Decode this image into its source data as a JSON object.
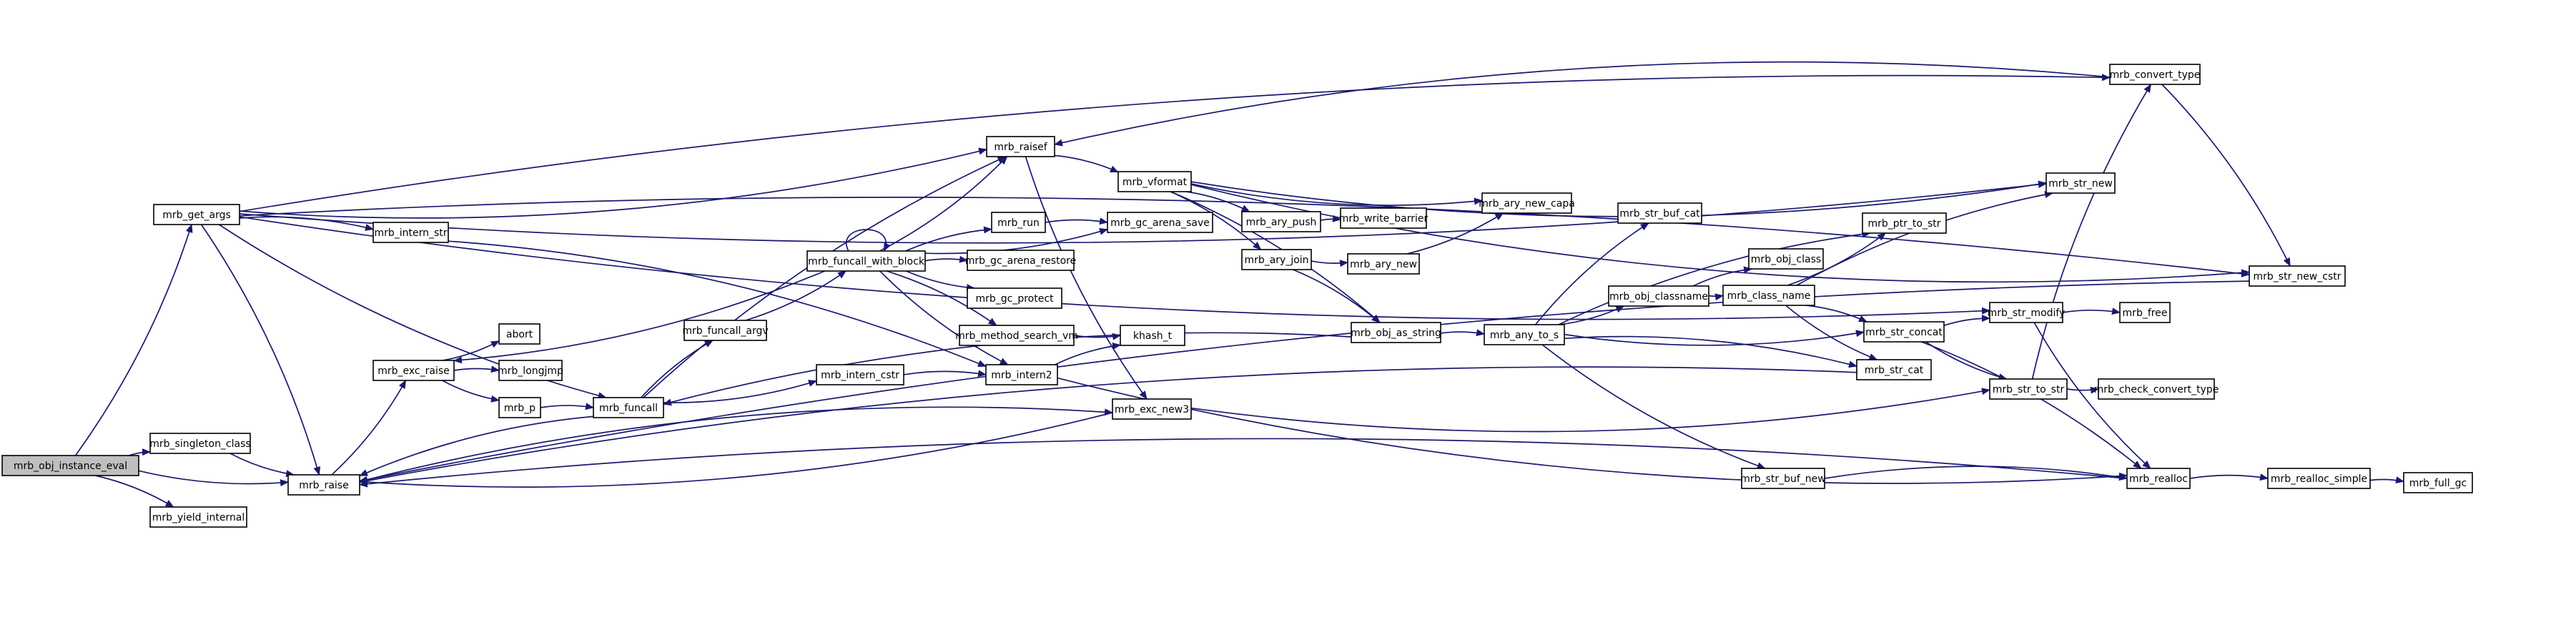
{
  "graph": {
    "root": "mrb_obj_instance_eval",
    "nodes": [
      {
        "id": "n0",
        "label": "mrb_obj_instance_eval",
        "style": "root"
      },
      {
        "id": "n1",
        "label": "mrb_get_args"
      },
      {
        "id": "n2",
        "label": "mrb_singleton_class"
      },
      {
        "id": "n3",
        "label": "mrb_raise"
      },
      {
        "id": "n4",
        "label": "mrb_yield_internal"
      },
      {
        "id": "n5",
        "label": "mrb_intern_str"
      },
      {
        "id": "n6",
        "label": "mrb_raisef"
      },
      {
        "id": "n7",
        "label": "mrb_funcall"
      },
      {
        "id": "n8",
        "label": "mrb_exc_raise"
      },
      {
        "id": "n9",
        "label": "abort"
      },
      {
        "id": "n10",
        "label": "mrb_longjmp"
      },
      {
        "id": "n11",
        "label": "mrb_p"
      },
      {
        "id": "n12",
        "label": "mrb_funcall_argv"
      },
      {
        "id": "n13",
        "label": "mrb_intern_cstr"
      },
      {
        "id": "n14",
        "label": "mrb_funcall_with_block"
      },
      {
        "id": "n15",
        "label": "mrb_run"
      },
      {
        "id": "n16",
        "label": "mrb_gc_arena_restore"
      },
      {
        "id": "n17",
        "label": "mrb_gc_protect"
      },
      {
        "id": "n18",
        "label": "mrb_method_search_vm"
      },
      {
        "id": "n19",
        "label": "mrb_intern2"
      },
      {
        "id": "n20",
        "label": "mrb_exc_new3"
      },
      {
        "id": "n21",
        "label": "mrb_gc_arena_save"
      },
      {
        "id": "n22",
        "label": "khash_t"
      },
      {
        "id": "n23",
        "label": "mrb_vformat"
      },
      {
        "id": "n24",
        "label": "mrb_ary_push"
      },
      {
        "id": "n25",
        "label": "mrb_write_barrier"
      },
      {
        "id": "n26",
        "label": "mrb_ary_new_capa"
      },
      {
        "id": "n27",
        "label": "mrb_ary_join"
      },
      {
        "id": "n28",
        "label": "mrb_ary_new"
      },
      {
        "id": "n29",
        "label": "mrb_obj_as_string"
      },
      {
        "id": "n30",
        "label": "mrb_any_to_s"
      },
      {
        "id": "n31",
        "label": "mrb_str_buf_cat"
      },
      {
        "id": "n32",
        "label": "mrb_obj_classname"
      },
      {
        "id": "n33",
        "label": "mrb_obj_class",
        "style": "red"
      },
      {
        "id": "n34",
        "label": "mrb_class_name",
        "style": "red"
      },
      {
        "id": "n35",
        "label": "mrb_ptr_to_str"
      },
      {
        "id": "n36",
        "label": "mrb_str_concat"
      },
      {
        "id": "n37",
        "label": "mrb_str_cat"
      },
      {
        "id": "n38",
        "label": "mrb_str_buf_new"
      },
      {
        "id": "n39",
        "label": "mrb_str_new"
      },
      {
        "id": "n40",
        "label": "mrb_convert_type"
      },
      {
        "id": "n41",
        "label": "mrb_str_new_cstr"
      },
      {
        "id": "n42",
        "label": "mrb_str_modify"
      },
      {
        "id": "n43",
        "label": "mrb_free"
      },
      {
        "id": "n44",
        "label": "mrb_str_to_str"
      },
      {
        "id": "n45",
        "label": "mrb_check_convert_type"
      },
      {
        "id": "n46",
        "label": "mrb_realloc"
      },
      {
        "id": "n47",
        "label": "mrb_realloc_simple"
      },
      {
        "id": "n48",
        "label": "mrb_full_gc"
      }
    ],
    "edges": [
      [
        "n0",
        "n1"
      ],
      [
        "n0",
        "n2"
      ],
      [
        "n0",
        "n3"
      ],
      [
        "n0",
        "n4"
      ],
      [
        "n2",
        "n3"
      ],
      [
        "n1",
        "n5"
      ],
      [
        "n1",
        "n6"
      ],
      [
        "n1",
        "n3"
      ],
      [
        "n1",
        "n7"
      ],
      [
        "n1",
        "n40"
      ],
      [
        "n1",
        "n39"
      ],
      [
        "n1",
        "n41"
      ],
      [
        "n1",
        "n42"
      ],
      [
        "n5",
        "n19"
      ],
      [
        "n3",
        "n8"
      ],
      [
        "n3",
        "n20"
      ],
      [
        "n8",
        "n9"
      ],
      [
        "n8",
        "n10"
      ],
      [
        "n8",
        "n11"
      ],
      [
        "n11",
        "n7"
      ],
      [
        "n7",
        "n3"
      ],
      [
        "n7",
        "n12"
      ],
      [
        "n7",
        "n13"
      ],
      [
        "n7",
        "n6"
      ],
      [
        "n12",
        "n14"
      ],
      [
        "n13",
        "n19"
      ],
      [
        "n14",
        "n14"
      ],
      [
        "n14",
        "n15"
      ],
      [
        "n14",
        "n21"
      ],
      [
        "n14",
        "n16"
      ],
      [
        "n14",
        "n17"
      ],
      [
        "n14",
        "n18"
      ],
      [
        "n14",
        "n19"
      ],
      [
        "n14",
        "n8"
      ],
      [
        "n14",
        "n6"
      ],
      [
        "n15",
        "n21"
      ],
      [
        "n18",
        "n22"
      ],
      [
        "n19",
        "n22"
      ],
      [
        "n19",
        "n46"
      ],
      [
        "n6",
        "n23"
      ],
      [
        "n6",
        "n20"
      ],
      [
        "n20",
        "n3"
      ],
      [
        "n20",
        "n44"
      ],
      [
        "n23",
        "n24"
      ],
      [
        "n23",
        "n26"
      ],
      [
        "n23",
        "n27"
      ],
      [
        "n23",
        "n39"
      ],
      [
        "n23",
        "n29"
      ],
      [
        "n23",
        "n41"
      ],
      [
        "n24",
        "n25"
      ],
      [
        "n27",
        "n28"
      ],
      [
        "n27",
        "n29"
      ],
      [
        "n28",
        "n26"
      ],
      [
        "n29",
        "n30"
      ],
      [
        "n29",
        "n7"
      ],
      [
        "n30",
        "n31"
      ],
      [
        "n30",
        "n32"
      ],
      [
        "n30",
        "n35"
      ],
      [
        "n30",
        "n36"
      ],
      [
        "n30",
        "n37"
      ],
      [
        "n30",
        "n38"
      ],
      [
        "n32",
        "n33"
      ],
      [
        "n32",
        "n34"
      ],
      [
        "n34",
        "n39"
      ],
      [
        "n34",
        "n35"
      ],
      [
        "n34",
        "n36"
      ],
      [
        "n34",
        "n37"
      ],
      [
        "n36",
        "n42"
      ],
      [
        "n36",
        "n44"
      ],
      [
        "n36",
        "n46"
      ],
      [
        "n37",
        "n3"
      ],
      [
        "n38",
        "n46"
      ],
      [
        "n40",
        "n6"
      ],
      [
        "n40",
        "n41"
      ],
      [
        "n41",
        "n3"
      ],
      [
        "n42",
        "n43"
      ],
      [
        "n42",
        "n46"
      ],
      [
        "n44",
        "n40"
      ],
      [
        "n44",
        "n45"
      ],
      [
        "n46",
        "n47"
      ],
      [
        "n46",
        "n3"
      ],
      [
        "n47",
        "n48"
      ]
    ]
  },
  "colors": {
    "edge": "#191970",
    "node_fill": "#ffffff",
    "root_fill": "#bfbfbf",
    "node_border": "#000000",
    "red_border": "#ff0000"
  }
}
